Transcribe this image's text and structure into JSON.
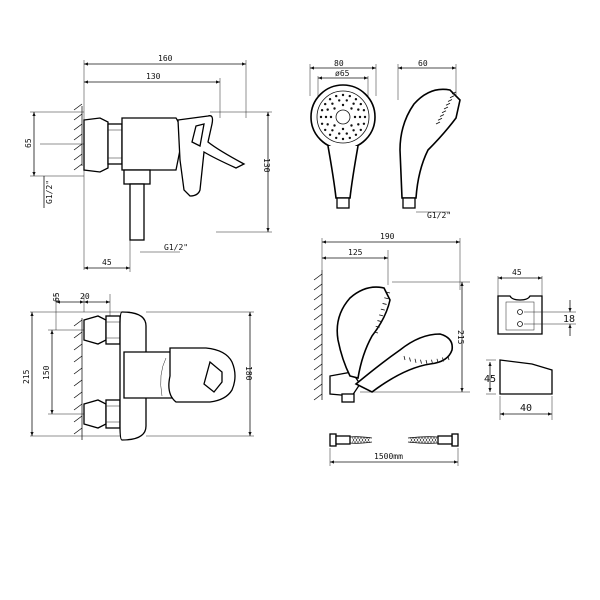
{
  "side_view": {
    "overall_width": "160",
    "body_width": "130",
    "inlet_height": "65",
    "total_height": "130",
    "thread_top": "G1/2\"",
    "thread_bottom": "G1/2\"",
    "outlet_offset": "45"
  },
  "hand_shower_front": {
    "diameter_outer": "80",
    "diameter_inner": "ø65"
  },
  "hand_shower_side": {
    "depth": "60",
    "thread": "G1/2\""
  },
  "mounted_shower": {
    "reach": "190",
    "holder_reach": "125",
    "height": "215"
  },
  "holder_front": {
    "width": "45",
    "hole_spacing": "18"
  },
  "holder_side": {
    "height": "45",
    "depth": "40"
  },
  "hose": {
    "length": "1500mm"
  },
  "front_view": {
    "offset_65": "65",
    "offset_20": "20",
    "total_height": "215",
    "inlet_spacing": "150",
    "body_height": "180"
  },
  "colors": {
    "line": "#111111",
    "background": "#ffffff"
  }
}
